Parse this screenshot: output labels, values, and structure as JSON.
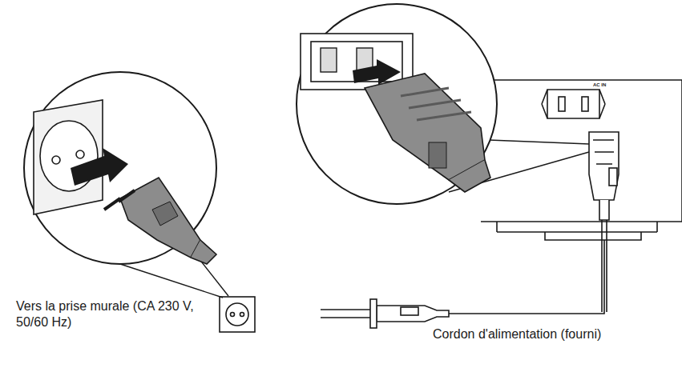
{
  "diagram": {
    "labels": [
      "Vers la prise murale (CA 230 V, 50/60 Hz)",
      "Cordon d'alimentation (fourni)",
      "AC IN"
    ]
  }
}
